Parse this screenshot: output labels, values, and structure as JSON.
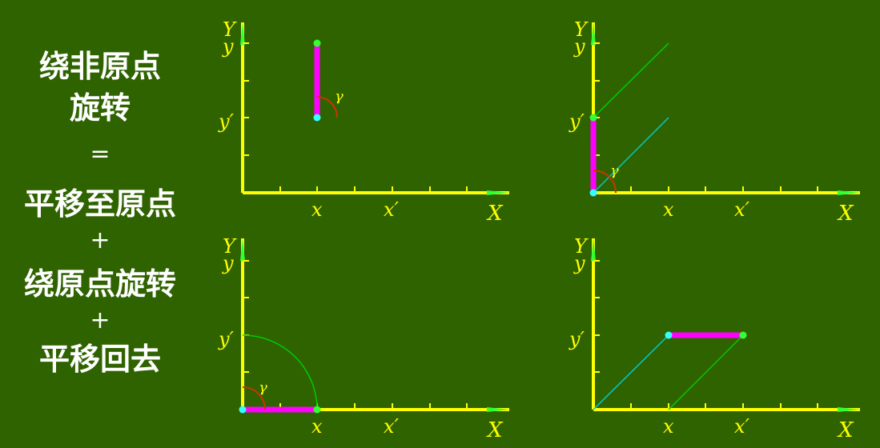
{
  "left_text": {
    "line1": "绕非原点",
    "line2": "旋转",
    "eq": "=",
    "line3": "平移至原点",
    "plus1": "+",
    "line4": "绕原点旋转",
    "plus2": "+",
    "line5": "平移回去"
  },
  "panels": [
    {
      "id": "p1",
      "Y": "Y",
      "y": "y",
      "yprime": "y′",
      "x": "x",
      "xprime": "x′",
      "X": "X",
      "gamma": "γ"
    },
    {
      "id": "p2",
      "Y": "Y",
      "y": "y",
      "yprime": "y′",
      "x": "x",
      "xprime": "x′",
      "X": "X",
      "gamma": "γ"
    },
    {
      "id": "p3",
      "Y": "Y",
      "y": "y",
      "yprime": "y′",
      "x": "x",
      "xprime": "x′",
      "X": "X",
      "gamma": "γ"
    },
    {
      "id": "p4",
      "Y": "Y",
      "y": "y",
      "yprime": "y′",
      "x": "x",
      "xprime": "x′",
      "X": "X"
    }
  ],
  "colors": {
    "background": "#2f6300",
    "axis": "#ffff00",
    "segment": "#ff00ff",
    "path_green": "#00cc00",
    "path_cyan": "#00cccc",
    "angle_arc": "#cc3300",
    "point_green": "#33ff33",
    "point_cyan": "#33ffff"
  }
}
